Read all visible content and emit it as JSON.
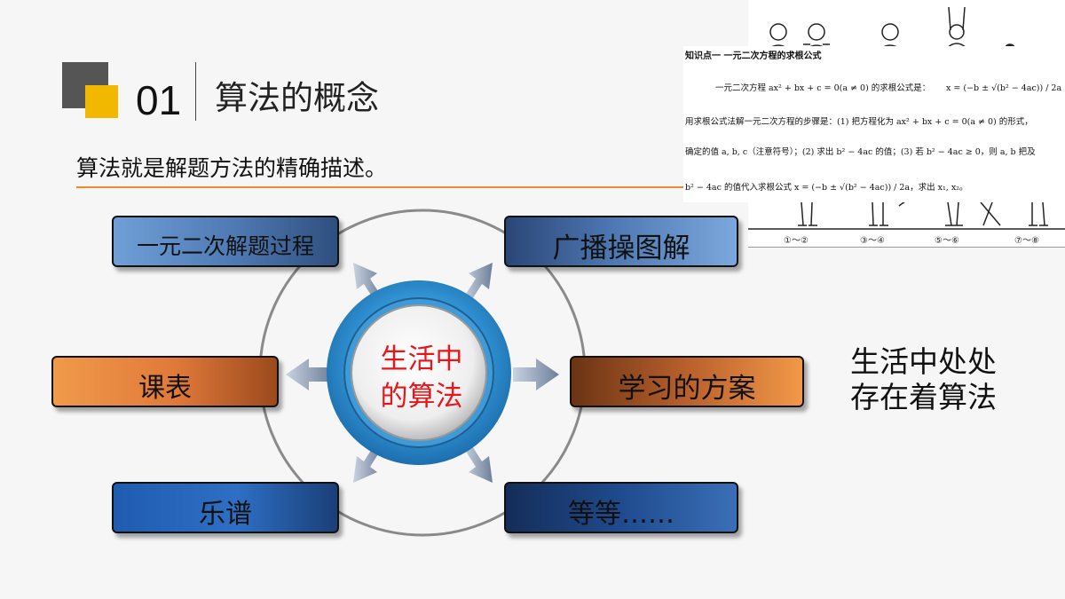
{
  "header": {
    "number": "01",
    "title": "算法的概念"
  },
  "subtitle": "算法就是解题方法的精确描述。",
  "diagram": {
    "center": [
      "生活中",
      "的算法"
    ],
    "boxes": {
      "top_left": "一元二次解题过程",
      "top_right": "广播操图解",
      "mid_left": "课表",
      "mid_right": "学习的方案",
      "bottom_left": "乐谱",
      "bottom_right": "等等……"
    }
  },
  "side_note": [
    "生活中处处",
    "存在着算法"
  ],
  "inset": {
    "heading": "知识点一   一元二次方程的求根公式",
    "line1": "一元二次方程 ax² + bx + c = 0(a ≠ 0) 的求根公式是：",
    "formula": "x = (−b ± √(b² − 4ac)) / 2a",
    "line2": "用求根公式法解一元二次方程的步骤是：(1) 把方程化为 ax² + bx + c = 0(a ≠ 0) 的形式，",
    "line3": "确定的值 a, b, c（注意符号）；(2) 求出 b² − 4ac 的值；(3) 若 b² − 4ac ≥ 0，则 a, b 把及",
    "line4": "b² − 4ac 的值代入求根公式 x = (−b ± √(b² − 4ac)) / 2a，求出 x₁, x₂。",
    "figure_labels": [
      "①～②",
      "③～④",
      "⑤～⑥",
      "⑦～⑧"
    ]
  },
  "colors": {
    "accent_yellow": "#f2b800",
    "accent_gray": "#555555",
    "divider_orange": "#f08a2a",
    "center_text_red": "#e8161b",
    "hub_blue": "#2f8fcf"
  }
}
